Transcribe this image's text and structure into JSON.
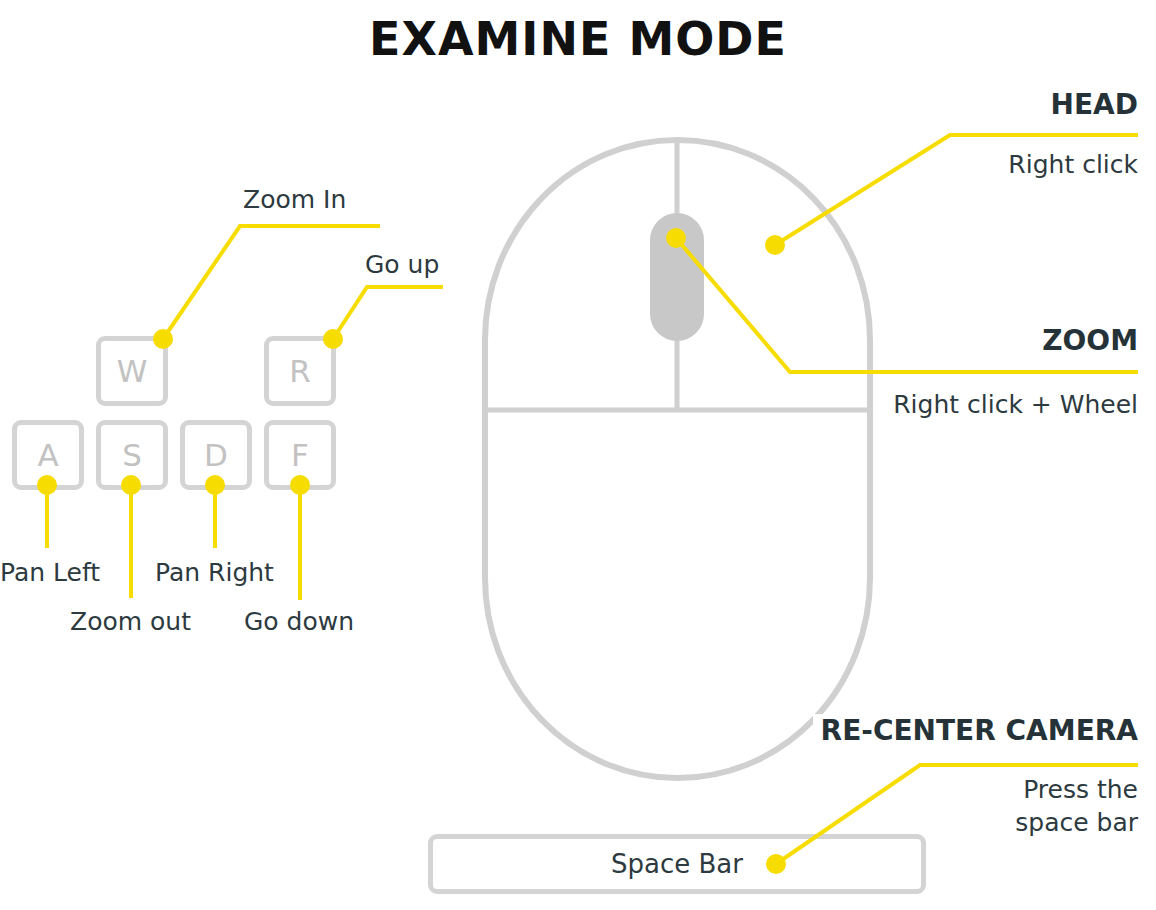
{
  "diagram": {
    "title": "EXAMINE MODE",
    "nodes": [
      {
        "text": [
          "W"
        ]
      },
      {
        "text": [
          "R"
        ]
      },
      {
        "text": [
          "A"
        ]
      },
      {
        "text": [
          "S"
        ]
      },
      {
        "text": [
          "D"
        ]
      },
      {
        "text": [
          "F"
        ]
      },
      {
        "text": [
          "Space Bar"
        ]
      }
    ],
    "labels": [
      "HEAD",
      "Right click",
      "Zoom In",
      "Go up",
      "ZOOM",
      "Right click + Wheel",
      "Pan Left",
      "Pan Right",
      "Zoom out",
      "Go down",
      "RE-CENTER CAMERA",
      "Press the space bar"
    ]
  }
}
